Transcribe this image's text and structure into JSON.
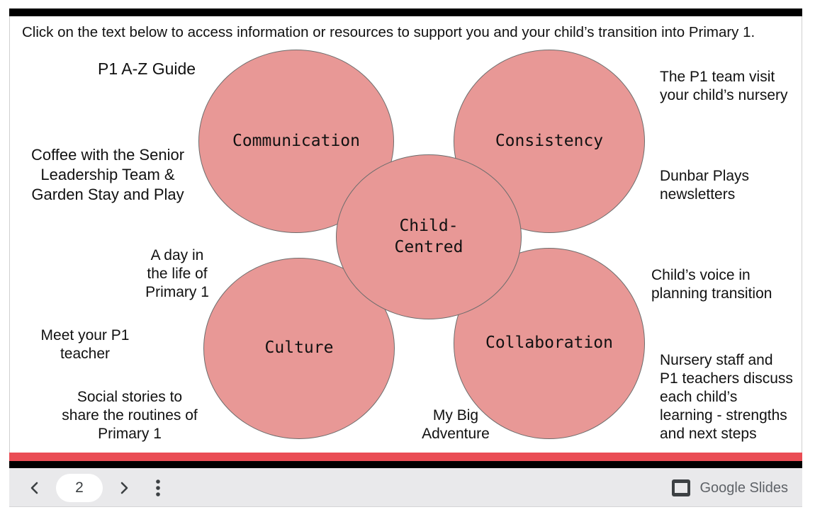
{
  "slide": {
    "instruction": "Click on the text below to access information or resources to support you and your child’s transition into Primary 1.",
    "circles": {
      "communication": "Communication",
      "consistency": "Consistency",
      "centre": "Child-\nCentred",
      "culture": "Culture",
      "collaboration": "Collaboration"
    },
    "links": {
      "az_guide": "P1 A-Z Guide",
      "coffee": "Coffee with the Senior\nLeadership Team &\nGarden Stay and Play",
      "day_in_life": "A day in\nthe life of\nPrimary 1",
      "meet_teacher": "Meet your P1\nteacher",
      "social_stories": "Social stories to\nshare the routines of\nPrimary 1",
      "big_adventure": "My Big\nAdventure",
      "team_visit": "The P1 team visit\nyour child’s nursery",
      "dunbar_plays": "Dunbar Plays\nnewsletters",
      "childs_voice": "Child’s voice in\nplanning transition",
      "nursery_staff": "Nursery staff and\nP1 teachers discuss\neach child’s\nlearning - strengths\nand next steps"
    }
  },
  "toolbar": {
    "page_number": "2",
    "brand_label": "Google Slides",
    "icons": {
      "prev": "chevron-left-icon",
      "next": "chevron-right-icon",
      "more": "more-vertical-icon",
      "brand": "google-slides-logo-icon"
    }
  },
  "colors": {
    "circle_fill": "#e89896",
    "accent_band": "#ea4d55",
    "frame": "#000000",
    "toolbar_bg": "#e9e9eb"
  }
}
